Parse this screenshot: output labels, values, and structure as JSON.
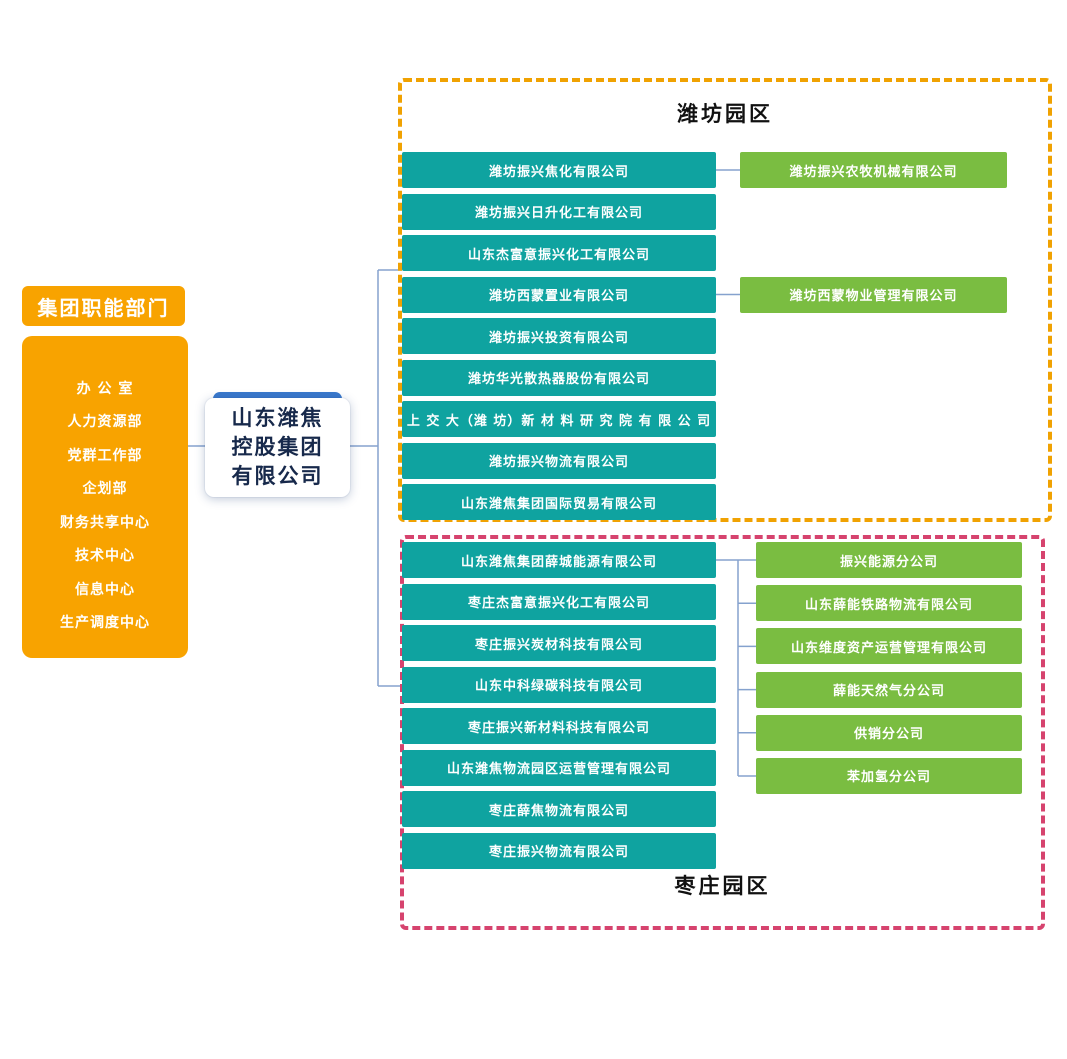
{
  "left_panel": {
    "title": "集团职能部门",
    "departments": [
      "办 公 室",
      "人力资源部",
      "党群工作部",
      "企划部",
      "财务共享中心",
      "技术中心",
      "信息中心",
      "生产调度中心"
    ]
  },
  "center": {
    "lines": [
      "山东潍焦",
      "控股集团",
      "有限公司"
    ]
  },
  "weifang": {
    "label": "潍坊园区",
    "companies": [
      "潍坊振兴焦化有限公司",
      "潍坊振兴日升化工有限公司",
      "山东杰富意振兴化工有限公司",
      "潍坊西蒙置业有限公司",
      "潍坊振兴投资有限公司",
      "潍坊华光散热器股份有限公司",
      "上 交 大（潍 坊）新 材 料 研 究 院 有 限 公 司",
      "潍坊振兴物流有限公司",
      "山东潍焦集团国际贸易有限公司"
    ],
    "affiliates": [
      "潍坊振兴农牧机械有限公司",
      "潍坊西蒙物业管理有限公司"
    ]
  },
  "zaozhuang": {
    "label": "枣庄园区",
    "companies": [
      "山东潍焦集团薛城能源有限公司",
      "枣庄杰富意振兴化工有限公司",
      "枣庄振兴炭材科技有限公司",
      "山东中科绿碳科技有限公司",
      "枣庄振兴新材料科技有限公司",
      "山东潍焦物流园区运营管理有限公司",
      "枣庄薛焦物流有限公司",
      "枣庄振兴物流有限公司"
    ],
    "branches": [
      "振兴能源分公司",
      "山东薛能铁路物流有限公司",
      "山东维度资产运营管理有限公司",
      "薛能天然气分公司",
      "供销分公司",
      "苯加氢分公司"
    ]
  },
  "colors": {
    "orange": "#F8A300",
    "teal": "#0FA3A0",
    "green": "#7ABD41",
    "weifang_border": "#F0A202",
    "zaozhuang_border": "#D6436E",
    "connector": "#85A2CE",
    "root_accent": "#3A79CC",
    "root_text": "#17294B"
  }
}
